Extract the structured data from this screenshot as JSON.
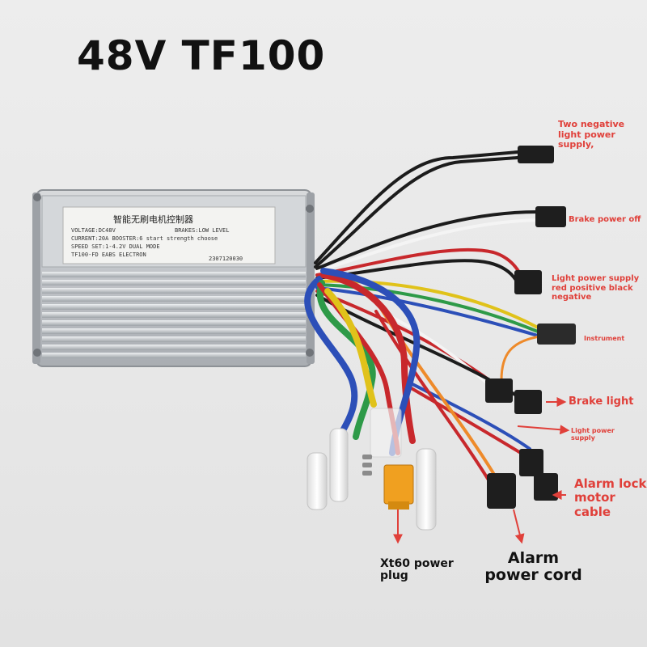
{
  "title": "48V TF100",
  "sticker": {
    "heading": "智能无刷电机控制器",
    "line1_left": "VOLTAGE:DC48V",
    "line1_right": "BRAKES:LOW LEVEL",
    "line2": "CURRENT:20A  BOOSTER:6 start strength choose",
    "line3": "SPEED SET:1-4.2V DUAL MODE",
    "line4": "TF100-FD EABS ELECTRON",
    "serial": "2307120030"
  },
  "labels": {
    "two_negative": "Two negative light power supply,",
    "brake_power_off": "Brake power off",
    "light_power_supply_red": "Light power supply red positive black negative",
    "instrument": "Instrument",
    "brake_light": "Brake light",
    "light_power_supply": "Light power supply",
    "alarm_lock": "Alarm lock motor cable",
    "alarm_power": "Alarm power cord",
    "xt60": "Xt60 power plug"
  },
  "colors": {
    "annotation": "#e0403a",
    "wire_blue": "#2c4fb8",
    "wire_green": "#2e9a48",
    "wire_red": "#c8282c",
    "wire_yellow": "#e0c21a",
    "wire_black": "#1c1c1c",
    "wire_white": "#f4f4f4",
    "wire_orange": "#ee8a2a",
    "connector_xt60": "#f0a020"
  }
}
